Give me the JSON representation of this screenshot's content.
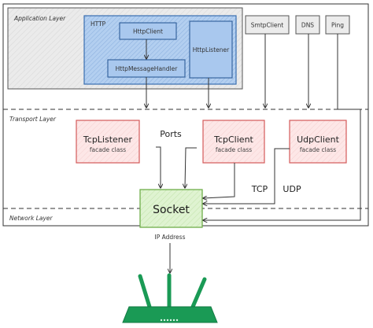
{
  "layers": {
    "application": "Application Layer",
    "transport": "Transport Layer",
    "network": "Network Layer"
  },
  "boxes": {
    "http_group": "HTTP",
    "httpclient": "HttpClient",
    "httpmessagehandler": "HttpMessageHandler",
    "httplistener": "HttpListener",
    "smtpclient": "SmtpClient",
    "dns": "DNS",
    "ping": "Ping",
    "socket": "Socket"
  },
  "facades": {
    "tcplistener": {
      "title": "TcpListener",
      "subtitle": "facade class"
    },
    "tcpclient": {
      "title": "TcpClient",
      "subtitle": "facade class"
    },
    "udpclient": {
      "title": "UdpClient",
      "subtitle": "facade class"
    }
  },
  "labels": {
    "ports": "Ports",
    "tcp": "TCP",
    "udp": "UDP",
    "ip_address": "IP Address"
  },
  "colors": {
    "app_fill": "#e9e9e9",
    "http_fill": "#a8c7ec",
    "http_stroke": "#3a6fb0",
    "facade_fill": "#fbe0e0",
    "facade_stroke": "#d45b5b",
    "socket_fill": "#d9f0c8",
    "socket_stroke": "#6fae4a",
    "router": "#1a9a55"
  }
}
